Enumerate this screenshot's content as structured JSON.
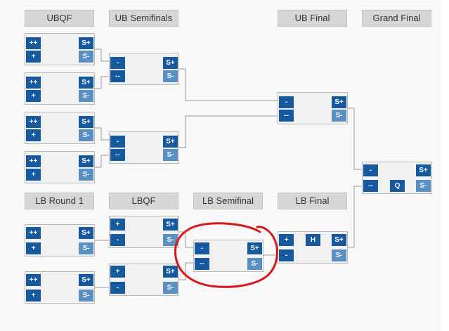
{
  "headers": {
    "ubqf": "UBQF",
    "ub_semifinals": "UB Semifinals",
    "ub_final": "UB Final",
    "grand_final": "Grand Final",
    "lb_round1": "LB Round 1",
    "lbqf": "LBQF",
    "lb_semifinal": "LB Semifinal",
    "lb_final": "LB Final"
  },
  "matches": {
    "ubqf1": {
      "top_left": "++",
      "bottom_left": "+",
      "top_right": "S+",
      "bottom_right": "S-"
    },
    "ubqf2": {
      "top_left": "++",
      "bottom_left": "+",
      "top_right": "S+",
      "bottom_right": "S-"
    },
    "ubqf3": {
      "top_left": "++",
      "bottom_left": "+",
      "top_right": "S+",
      "bottom_right": "S-"
    },
    "ubqf4": {
      "top_left": "++",
      "bottom_left": "+",
      "top_right": "S+",
      "bottom_right": "S-"
    },
    "ubsf1": {
      "top_left": "-",
      "bottom_left": "--",
      "top_right": "S+",
      "bottom_right": "S-"
    },
    "ubsf2": {
      "top_left": "-",
      "bottom_left": "--",
      "top_right": "S+",
      "bottom_right": "S-"
    },
    "ubf": {
      "top_left": "-",
      "bottom_left": "--",
      "top_right": "S+",
      "bottom_right": "S-"
    },
    "gf": {
      "top_left": "-",
      "bottom_left": "--",
      "middle": "Q",
      "top_right": "S+",
      "bottom_right": "S-"
    },
    "lbr1_1": {
      "top_left": "++",
      "bottom_left": "+",
      "top_right": "S+",
      "bottom_right": "S-"
    },
    "lbr1_2": {
      "top_left": "++",
      "bottom_left": "+",
      "top_right": "S+",
      "bottom_right": "S-"
    },
    "lbqf1": {
      "top_left": "+",
      "bottom_left": "-",
      "top_right": "S+",
      "bottom_right": "S-"
    },
    "lbqf2": {
      "top_left": "+",
      "bottom_left": "-",
      "top_right": "S+",
      "bottom_right": "S-"
    },
    "lbsf": {
      "top_left": "-",
      "bottom_left": "--",
      "top_right": "S+",
      "bottom_right": "S-"
    },
    "lbf": {
      "top_left": "+",
      "bottom_left": "-",
      "middle": "H",
      "top_right": "S+",
      "bottom_right": "S-"
    }
  },
  "colors": {
    "dark_button": "#16599e",
    "light_button": "#5a8fc1",
    "annotation": "#d7191c"
  }
}
